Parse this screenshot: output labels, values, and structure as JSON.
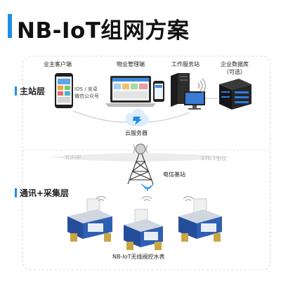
{
  "title": "NB-IoT组网方案",
  "colors": {
    "accent": "#1e8de6",
    "meter_body": "#2f5fb3",
    "dashed_frame": "#d9d9d9"
  },
  "sections": {
    "master_station": "主站层",
    "comm_collection": "通讯+采集层"
  },
  "nodes": {
    "owner_client": "业主客户端",
    "property_mgmt": "物业管理端",
    "workstation": "工作服务站",
    "enterprise_db_line1": "企业数据库",
    "enterprise_db_line2": "（可选）",
    "cloud_server": "云服务器",
    "telecom_base_station": "电信基站",
    "water_meter": "NB-IoT无线阀控水表"
  },
  "phone_labels": [
    "IOS / 安卓",
    "微信公众号"
  ],
  "protocols": {
    "left": "TCP/IP",
    "right": "376.1协议"
  },
  "icons": [
    "phone-icon",
    "laptop-icon",
    "tablet-icon",
    "server-tower-icon",
    "monitor-icon",
    "database-rack-icon",
    "cloud-icon",
    "antenna-tower-icon",
    "water-meter-icon",
    "wireless-signal-icon"
  ]
}
